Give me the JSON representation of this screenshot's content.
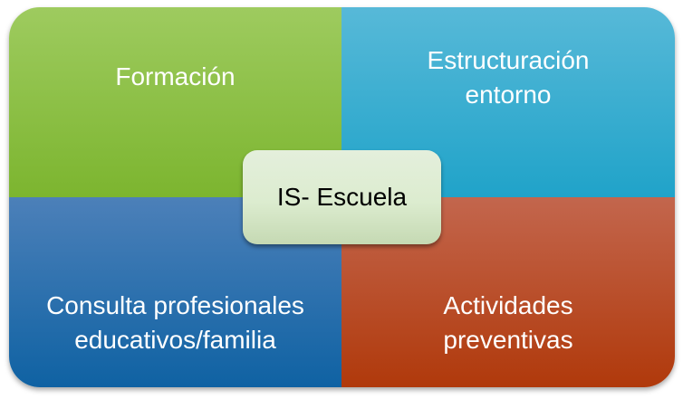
{
  "diagram": {
    "center": "IS- Escuela",
    "quadrants": [
      {
        "lines": [
          "Formación"
        ],
        "color": "#8cc045"
      },
      {
        "lines": [
          "Estructuración",
          "entorno"
        ],
        "color": "#35aed3"
      },
      {
        "lines": [
          "Consulta profesionales",
          "educativos/familia"
        ],
        "color": "#2c70ae"
      },
      {
        "lines": [
          "Actividades",
          "preventivas"
        ],
        "color": "#ba4f2b"
      }
    ]
  }
}
